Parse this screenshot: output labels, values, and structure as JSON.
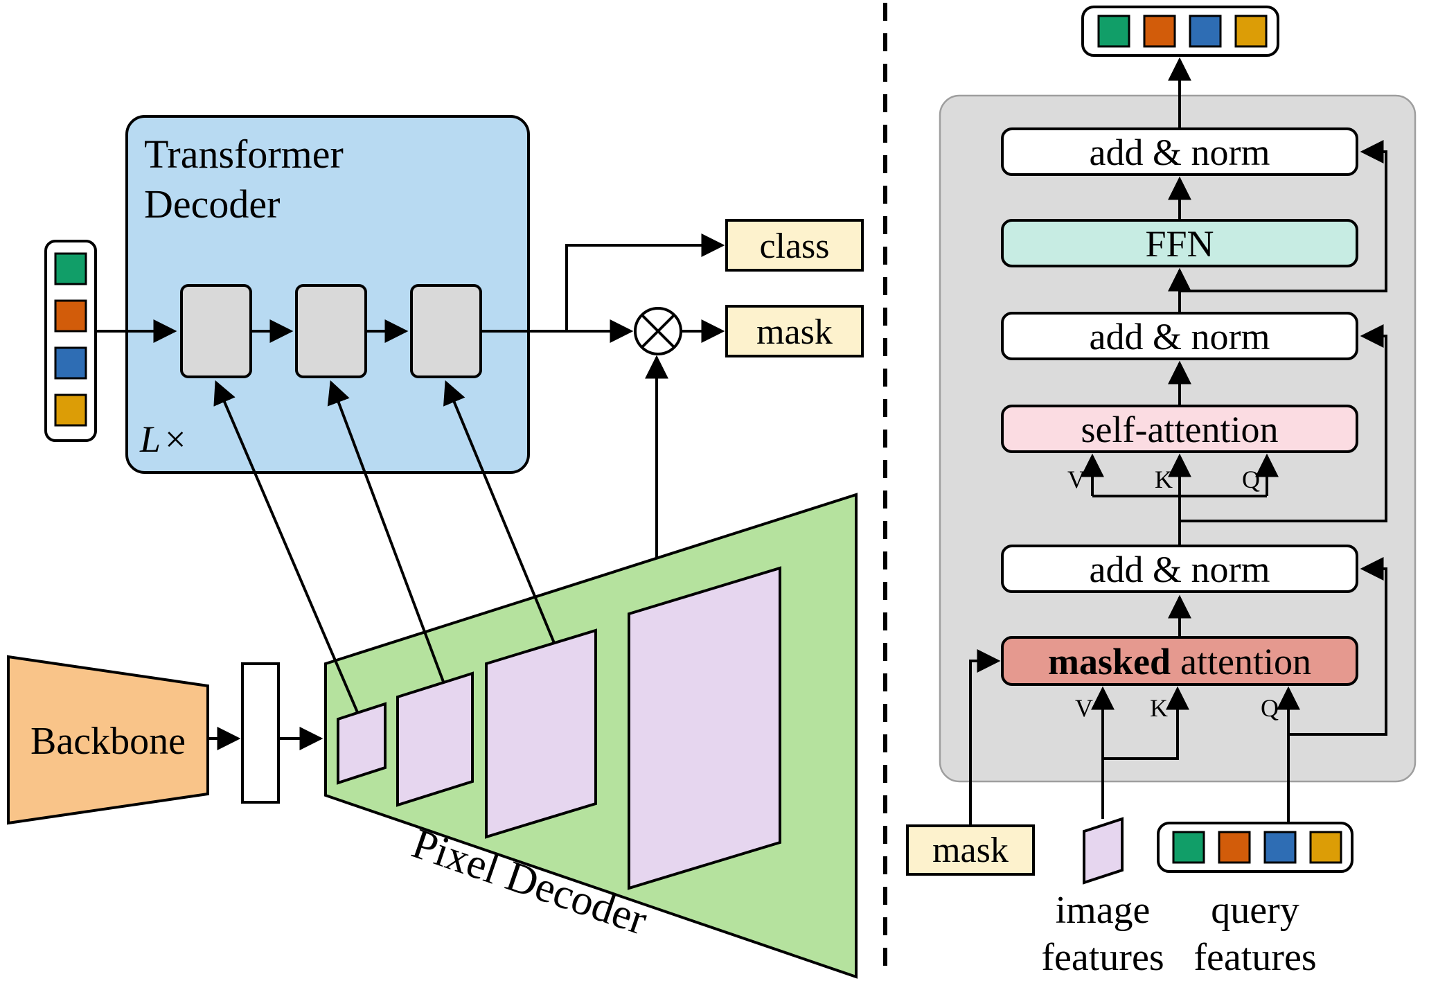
{
  "left": {
    "transformer_decoder": {
      "title_line1": "Transformer",
      "title_line2": "Decoder",
      "repeat_symbol": "L",
      "repeat_times": "×"
    },
    "class_label": "class",
    "mask_label": "mask",
    "backbone_label": "Backbone",
    "pixel_decoder_label": "Pixel Decoder"
  },
  "right": {
    "add_norm_label": "add & norm",
    "ffn_label": "FFN",
    "self_attention_label": "self-attention",
    "masked_attention": {
      "bold": "masked",
      "rest": "attention"
    },
    "vkq": {
      "v": "V",
      "k": "K",
      "q": "Q"
    },
    "mask_input_label": "mask",
    "image_features": {
      "line1": "image",
      "line2": "features"
    },
    "query_features": {
      "line1": "query",
      "line2": "features"
    }
  },
  "colors": {
    "token_green": "#119e68",
    "token_orange": "#d25c0a",
    "token_blue": "#2e6db4",
    "token_gold": "#dc9d06",
    "transformer_box": "#b8daf2",
    "decoder_block": "#d9d9d9",
    "label_yellow": "#fdf2cd",
    "backbone_orange": "#f9c489",
    "pixel_decoder_green": "#b5e29e",
    "feature_map_purple": "#e6d6ef",
    "panel_gray": "#dbdbdb",
    "ffn_teal": "#c7ece3",
    "self_attention_pink": "#fbdce2",
    "masked_attention_red": "#e5998f"
  }
}
